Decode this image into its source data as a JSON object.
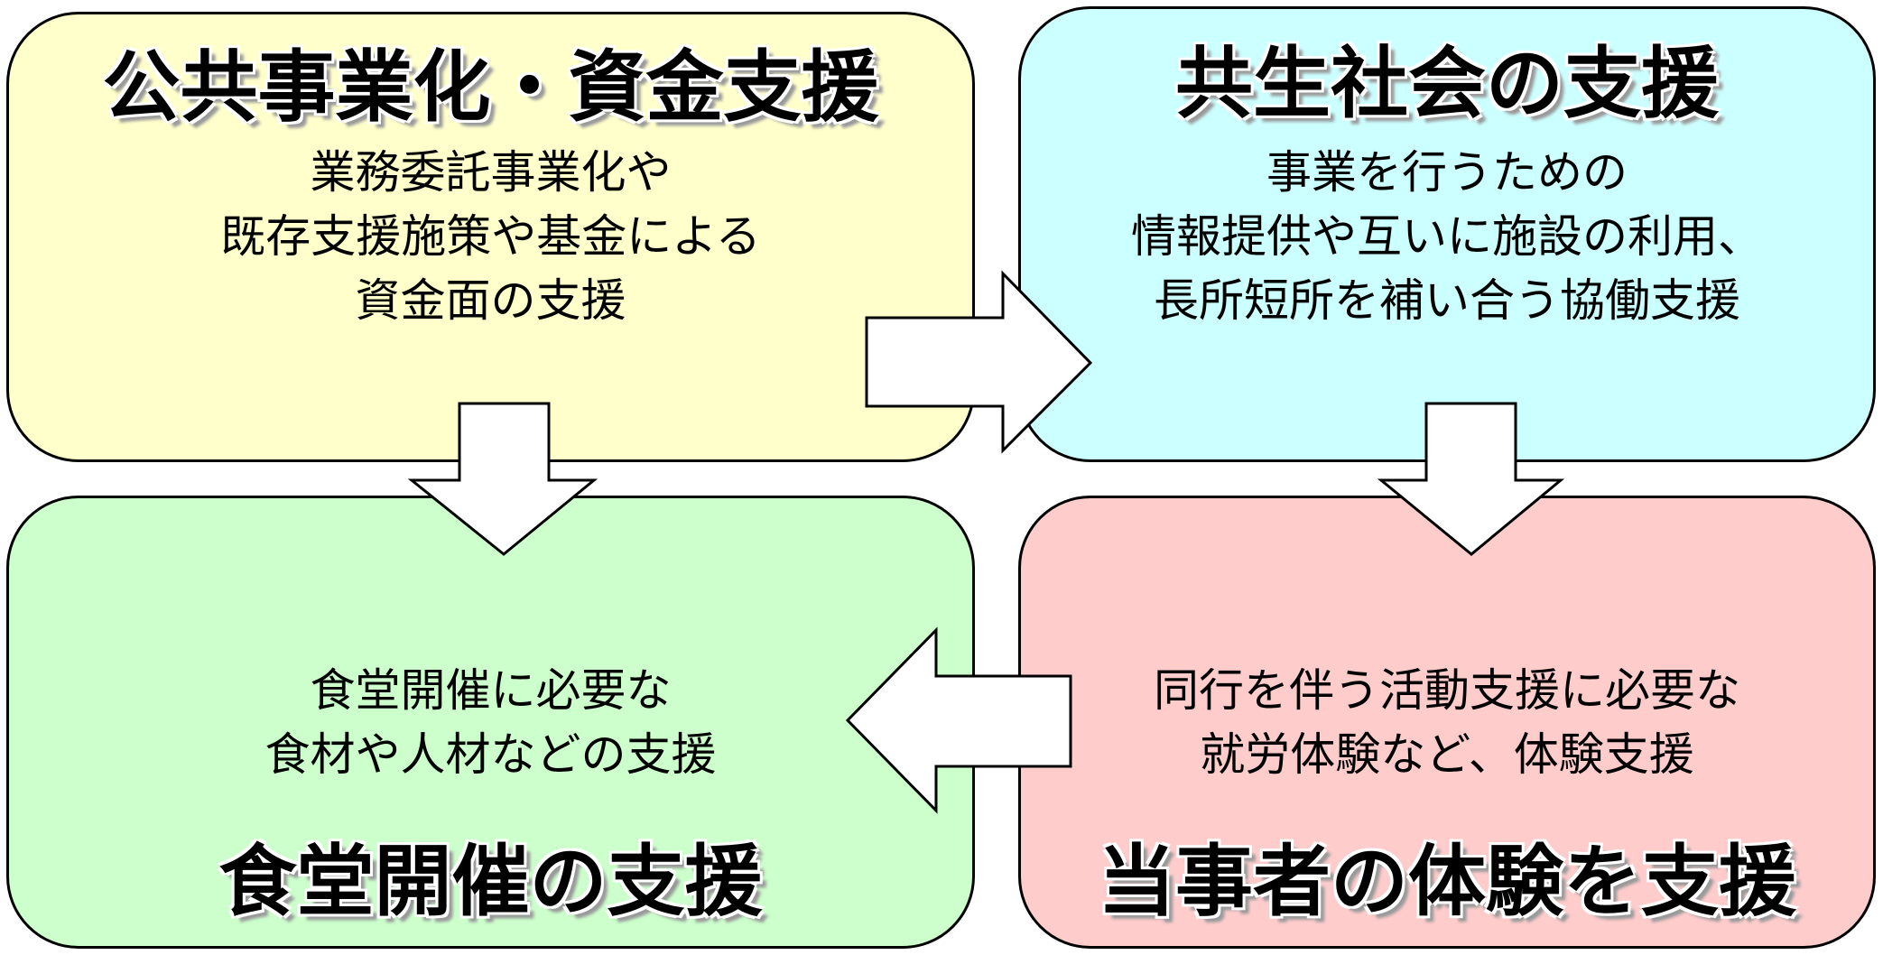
{
  "panels": {
    "public": {
      "title": "公共事業化・資金支援",
      "lines": [
        "業務委託事業化や",
        "既存支援施策や基金による",
        "資金面の支援"
      ],
      "color": "#FFFFCC"
    },
    "symbiosis": {
      "title": "共生社会の支援",
      "lines": [
        "事業を行うための",
        "情報提供や互いに施設の利用、",
        "長所短所を補い合う協働支援"
      ],
      "color": "#CCFFFF"
    },
    "cafeteria": {
      "title": "食堂開催の支援",
      "lines": [
        "食堂開催に必要な",
        "食材や人材などの支援"
      ],
      "color": "#CCFFCC"
    },
    "experience": {
      "title": "当事者の体験を支援",
      "lines": [
        "同行を伴う活動支援に必要な",
        "就労体験など、体験支援"
      ],
      "color": "#FFCCCC"
    }
  }
}
